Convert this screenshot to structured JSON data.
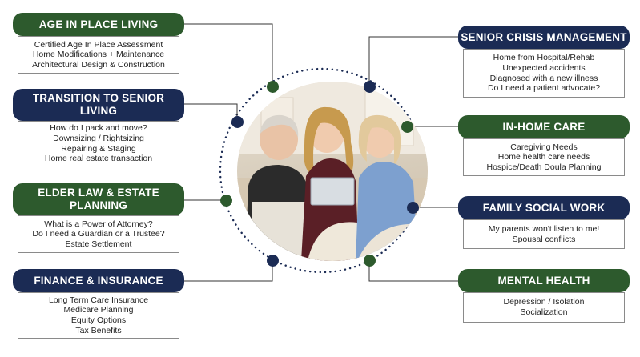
{
  "cards": [
    {
      "id": "age-in-place",
      "title": "AGE IN PLACE LIVING",
      "color": "green",
      "lines": [
        "Certified Age In Place Assessment",
        "Home Modifications + Maintenance",
        "Architectural Design & Construction"
      ]
    },
    {
      "id": "transition",
      "title": "TRANSITION TO SENIOR LIVING",
      "color": "navy",
      "lines": [
        "How do I pack and move?",
        "Downsizing / Rightsizing",
        "Repairing & Staging",
        "Home real estate transaction"
      ]
    },
    {
      "id": "elder-law",
      "title": "ELDER LAW & ESTATE PLANNING",
      "color": "green",
      "lines": [
        "What is a Power of Attorney?",
        "Do I need a Guardian or a Trustee?",
        "Estate Settlement"
      ]
    },
    {
      "id": "finance",
      "title": "FINANCE & INSURANCE",
      "color": "navy",
      "lines": [
        "Long Term Care Insurance",
        "Medicare Planning",
        "Equity Options",
        "Tax Benefits"
      ]
    },
    {
      "id": "crisis",
      "title": "SENIOR CRISIS MANAGEMENT",
      "color": "navy",
      "lines": [
        "Home from Hospital/Rehab",
        "Unexpected accidents",
        "Diagnosed with a new illness",
        "Do I need a patient advocate?"
      ]
    },
    {
      "id": "in-home",
      "title": "IN-HOME CARE",
      "color": "green",
      "lines": [
        "Caregiving Needs",
        "Home health care needs",
        "Hospice/Death Doula Planning"
      ]
    },
    {
      "id": "social-work",
      "title": "FAMILY SOCIAL WORK",
      "color": "navy",
      "lines": [
        "My parents won't listen to me!",
        "Spousal conflicts"
      ]
    },
    {
      "id": "mental-health",
      "title": "MENTAL HEALTH",
      "color": "green",
      "lines": [
        "Depression / Isolation",
        "Socialization"
      ]
    }
  ],
  "colors": {
    "green": "#2d5a2d",
    "navy": "#1b2b54",
    "border": "#8a8a8a",
    "dots": "#1b2b54"
  }
}
